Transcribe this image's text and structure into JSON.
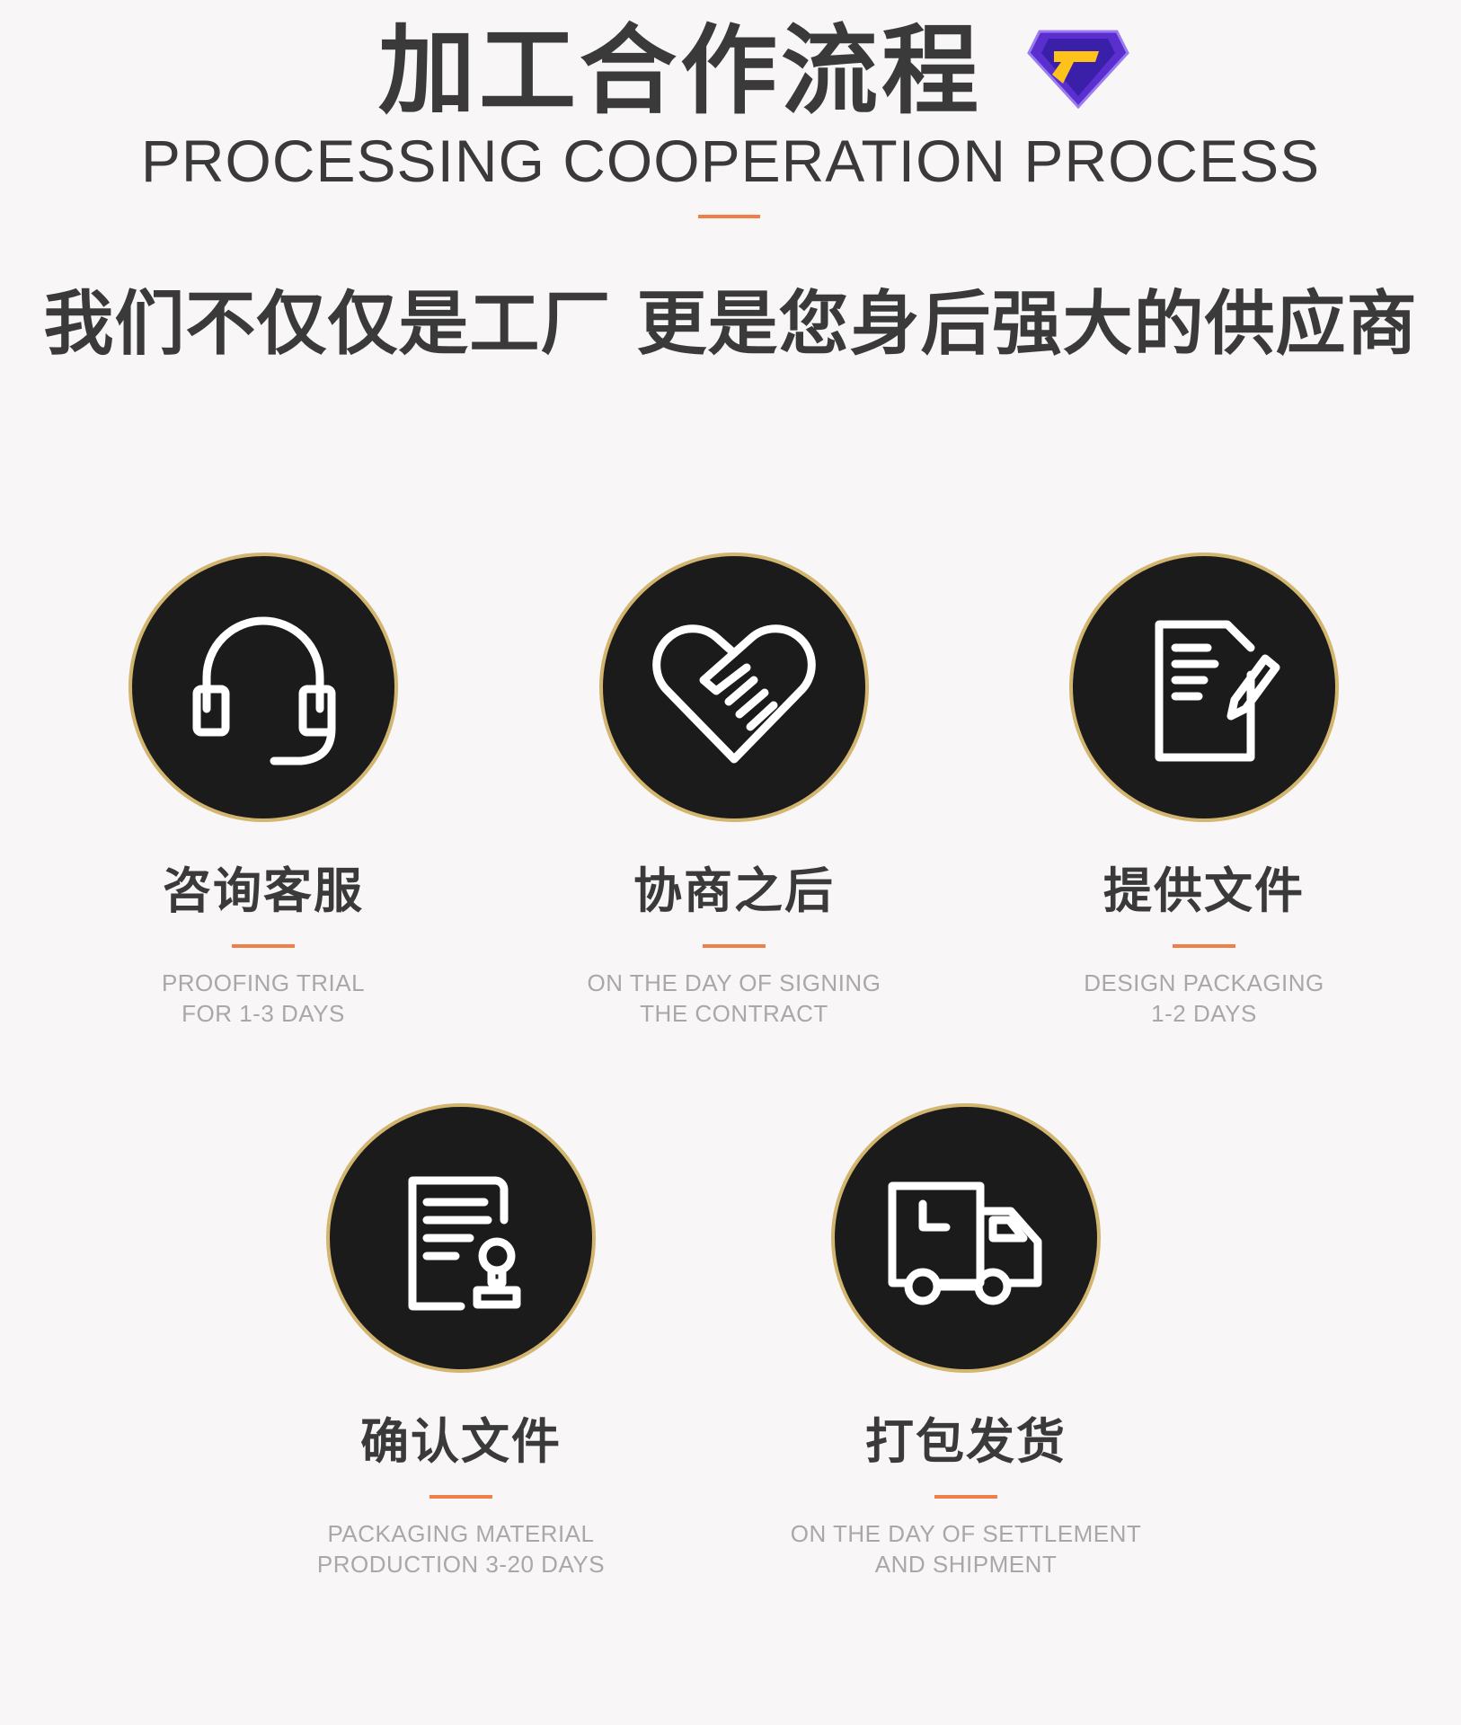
{
  "header": {
    "title_cn": "加工合作流程",
    "title_en": "PROCESSING COOPERATION PROCESS",
    "badge_icon": "diamond-badge-icon",
    "slogan": "我们不仅仅是工厂 更是您身后强大的供应商"
  },
  "colors": {
    "background": "#f8f6f7",
    "text_dark": "#3b3a3a",
    "text_light": "#a9a7a7",
    "accent_orange": "#f07f47",
    "circle_fill": "#1b1b1b",
    "circle_ring": "#d2b56e"
  },
  "steps": [
    {
      "title": "咨询客服",
      "desc_line1": "PROOFING TRIAL",
      "desc_line2": "FOR 1-3 DAYS",
      "icon": "headset-icon"
    },
    {
      "title": "协商之后",
      "desc_line1": "ON THE DAY OF SIGNING",
      "desc_line2": "THE CONTRACT",
      "icon": "handshake-heart-icon"
    },
    {
      "title": "提供文件",
      "desc_line1": "DESIGN PACKAGING",
      "desc_line2": "1-2 DAYS",
      "icon": "document-pen-icon"
    },
    {
      "title": "确认文件",
      "desc_line1": "PACKAGING MATERIAL",
      "desc_line2": "PRODUCTION 3-20 DAYS",
      "icon": "document-stamp-icon"
    },
    {
      "title": "打包发货",
      "desc_line1": "ON THE DAY OF SETTLEMENT",
      "desc_line2": "AND SHIPMENT",
      "icon": "delivery-truck-icon"
    }
  ]
}
